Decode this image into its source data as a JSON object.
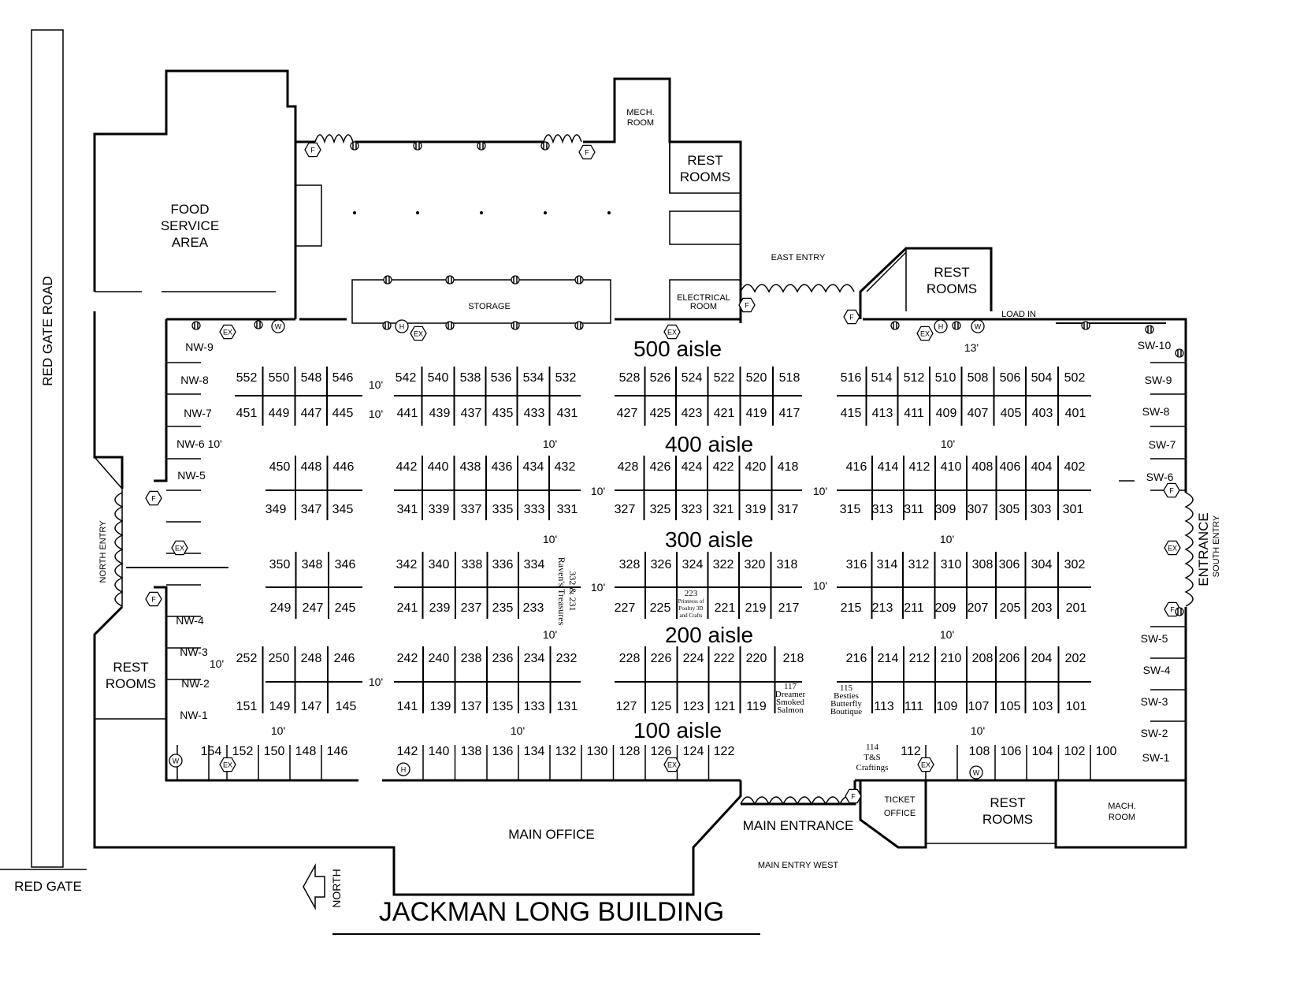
{
  "title": "JACKMAN LONG BUILDING",
  "compass": "NORTH",
  "road": {
    "name": "RED GATE ROAD",
    "gate": "RED GATE"
  },
  "rooms": {
    "food_service": [
      "FOOD",
      "SERVICE",
      "AREA"
    ],
    "mech_room_top": [
      "MECH.",
      "ROOM"
    ],
    "rest_rooms_top": [
      "REST",
      "ROOMS"
    ],
    "east_entry": "EAST ENTRY",
    "rest_rooms_east": [
      "REST",
      "ROOMS"
    ],
    "electrical_room": [
      "ELECTRICAL",
      "ROOM"
    ],
    "storage": "STORAGE",
    "load_in": "LOAD IN",
    "rest_rooms_west": [
      "REST",
      "ROOMS"
    ],
    "north_entry": "NORTH ENTRY",
    "entrance": "ENTRANCE",
    "south_entry": "SOUTH ENTRY",
    "main_office": "MAIN OFFICE",
    "main_entrance": "MAIN ENTRANCE",
    "main_entry_west": "MAIN ENTRY WEST",
    "ticket_office": [
      "TICKET",
      "OFFICE"
    ],
    "rest_rooms_south": [
      "REST",
      "ROOMS"
    ],
    "mach_room": [
      "MACH.",
      "ROOM"
    ]
  },
  "aisles": [
    "500 aisle",
    "400 aisle",
    "300 aisle",
    "200 aisle",
    "100 aisle"
  ],
  "spacing_labels": [
    "10'",
    "10'",
    "10'",
    "10'",
    "10'",
    "10'",
    "10'",
    "10'",
    "10'",
    "10'",
    "10'",
    "10'",
    "10'",
    "10'",
    "10'",
    "10'",
    "10'",
    "10'",
    "13'"
  ],
  "northwest_booths": [
    "NW-9",
    "NW-8",
    "NW-7",
    "NW-6 10'",
    "NW-5",
    "NW-4",
    "NW-3",
    "NW-2",
    "NW-1"
  ],
  "southwest_booths": [
    "SW-10",
    "SW-9",
    "SW-8",
    "SW-7",
    "SW-6",
    "SW-5",
    "SW-4",
    "SW-3",
    "SW-2",
    "SW-1"
  ],
  "booth_rows": [
    [
      "552",
      "550",
      "548",
      "546",
      "542",
      "540",
      "538",
      "536",
      "534",
      "532",
      "528",
      "526",
      "524",
      "522",
      "520",
      "518",
      "516",
      "514",
      "512",
      "510",
      "508",
      "506",
      "504",
      "502"
    ],
    [
      "451",
      "449",
      "447",
      "445",
      "441",
      "439",
      "437",
      "435",
      "433",
      "431",
      "427",
      "425",
      "423",
      "421",
      "419",
      "417",
      "415",
      "413",
      "411",
      "409",
      "407",
      "405",
      "403",
      "401"
    ],
    [
      "450",
      "448",
      "446",
      "442",
      "440",
      "438",
      "436",
      "434",
      "432",
      "428",
      "426",
      "424",
      "422",
      "420",
      "418",
      "416",
      "414",
      "412",
      "410",
      "408",
      "406",
      "404",
      "402"
    ],
    [
      "349",
      "347",
      "345",
      "341",
      "339",
      "337",
      "335",
      "333",
      "331",
      "327",
      "325",
      "323",
      "321",
      "319",
      "317",
      "315",
      "313",
      "311",
      "309",
      "307",
      "305",
      "303",
      "301"
    ],
    [
      "350",
      "348",
      "346",
      "342",
      "340",
      "338",
      "336",
      "334",
      "328",
      "326",
      "324",
      "322",
      "320",
      "318",
      "316",
      "314",
      "312",
      "310",
      "308",
      "306",
      "304",
      "302"
    ],
    [
      "249",
      "247",
      "245",
      "241",
      "239",
      "237",
      "235",
      "233",
      "227",
      "225",
      "221",
      "219",
      "217",
      "215",
      "213",
      "211",
      "209",
      "207",
      "205",
      "203",
      "201"
    ],
    [
      "252",
      "250",
      "248",
      "246",
      "242",
      "240",
      "238",
      "236",
      "234",
      "232",
      "228",
      "226",
      "224",
      "222",
      "220",
      "218",
      "216",
      "214",
      "212",
      "210",
      "208",
      "206",
      "204",
      "202"
    ],
    [
      "151",
      "149",
      "147",
      "145",
      "141",
      "139",
      "137",
      "135",
      "133",
      "131",
      "127",
      "125",
      "123",
      "121",
      "119",
      "113",
      "111",
      "109",
      "107",
      "105",
      "103",
      "101"
    ],
    [
      "154",
      "152",
      "150",
      "148",
      "146",
      "142",
      "140",
      "138",
      "136",
      "134",
      "132",
      "130",
      "128",
      "126",
      "124",
      "122",
      "112",
      "108",
      "106",
      "104",
      "102",
      "100"
    ]
  ],
  "vendors": {
    "v223": [
      "223",
      "Printeess of",
      "Poultry 3D",
      "and Crafts"
    ],
    "v332": "332 & 231",
    "v332_name": "Raven's Treasures",
    "v117": [
      "117",
      "Dreamer",
      "Smoked",
      "Salmon"
    ],
    "v115": [
      "115",
      "Besties",
      "Butterfly",
      "Boutique"
    ],
    "v114": [
      "114",
      "T&S",
      "Craftings"
    ]
  },
  "symbols": {
    "fire_extinguisher": "F",
    "exit": "EX",
    "water": "W",
    "hydrant": "H"
  }
}
